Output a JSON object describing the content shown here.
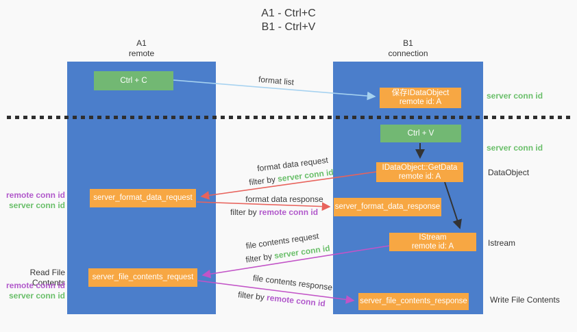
{
  "title": {
    "line1": "A1 - Ctrl+C",
    "line2": "B1 - Ctrl+V"
  },
  "colors": {
    "bg": "#f9f9f9",
    "lane-blue": "#4b7ecb",
    "node-green": "#72b873",
    "node-orange": "#f7a743",
    "green-text": "#6abf6a",
    "purple-text": "#b159cb",
    "arrow-blue": "#a6d2f0",
    "arrow-red": "#e8635c",
    "arrow-magenta": "#c254c7",
    "arrow-black": "#333333",
    "dash": "#2e2e2e"
  },
  "lanes": {
    "left": {
      "name": "A1",
      "subtitle": "remote"
    },
    "right": {
      "name": "B1",
      "subtitle": "connection"
    }
  },
  "nodes": {
    "ctrl_c": {
      "label": "Ctrl + C"
    },
    "save_obj": {
      "title": "保存IDataObject",
      "subtitle": "remote id: A"
    },
    "ctrl_v": {
      "label": "Ctrl + V"
    },
    "getdata": {
      "title": "IDataObject::GetData",
      "subtitle": "remote id: A"
    },
    "format_req": {
      "label": "server_format_data_request"
    },
    "format_resp": {
      "label": "server_format_data_response"
    },
    "istream": {
      "title": "IStream",
      "subtitle": "remote id: A"
    },
    "file_req": {
      "label": "server_file_contents_request"
    },
    "file_resp": {
      "label": "server_file_contents_response"
    }
  },
  "edges": {
    "format_list": {
      "label": "format list"
    },
    "format_request": {
      "label": "format data request",
      "filter_prefix": "filter by",
      "filter_key": "server conn id"
    },
    "format_response": {
      "label": "format data response",
      "filter_prefix": "filter by",
      "filter_key": "remote conn id"
    },
    "file_request": {
      "label": "file contents request",
      "filter_prefix": "filter by",
      "filter_key": "server conn id"
    },
    "file_response": {
      "label": "file contents response",
      "filter_prefix": "filter by",
      "filter_key": "remote conn id"
    }
  },
  "side_labels": {
    "server_conn_top": "server conn id",
    "server_conn_mid": "server conn id",
    "dataobject": "DataObject",
    "istream": "Istream",
    "write_file": "Write File Contents",
    "read_file": "Read File Contents",
    "format_remote_conn": "remote conn id",
    "format_server_conn": "server conn id",
    "file_remote_conn": "remote conn id",
    "file_server_conn": "server conn id"
  }
}
